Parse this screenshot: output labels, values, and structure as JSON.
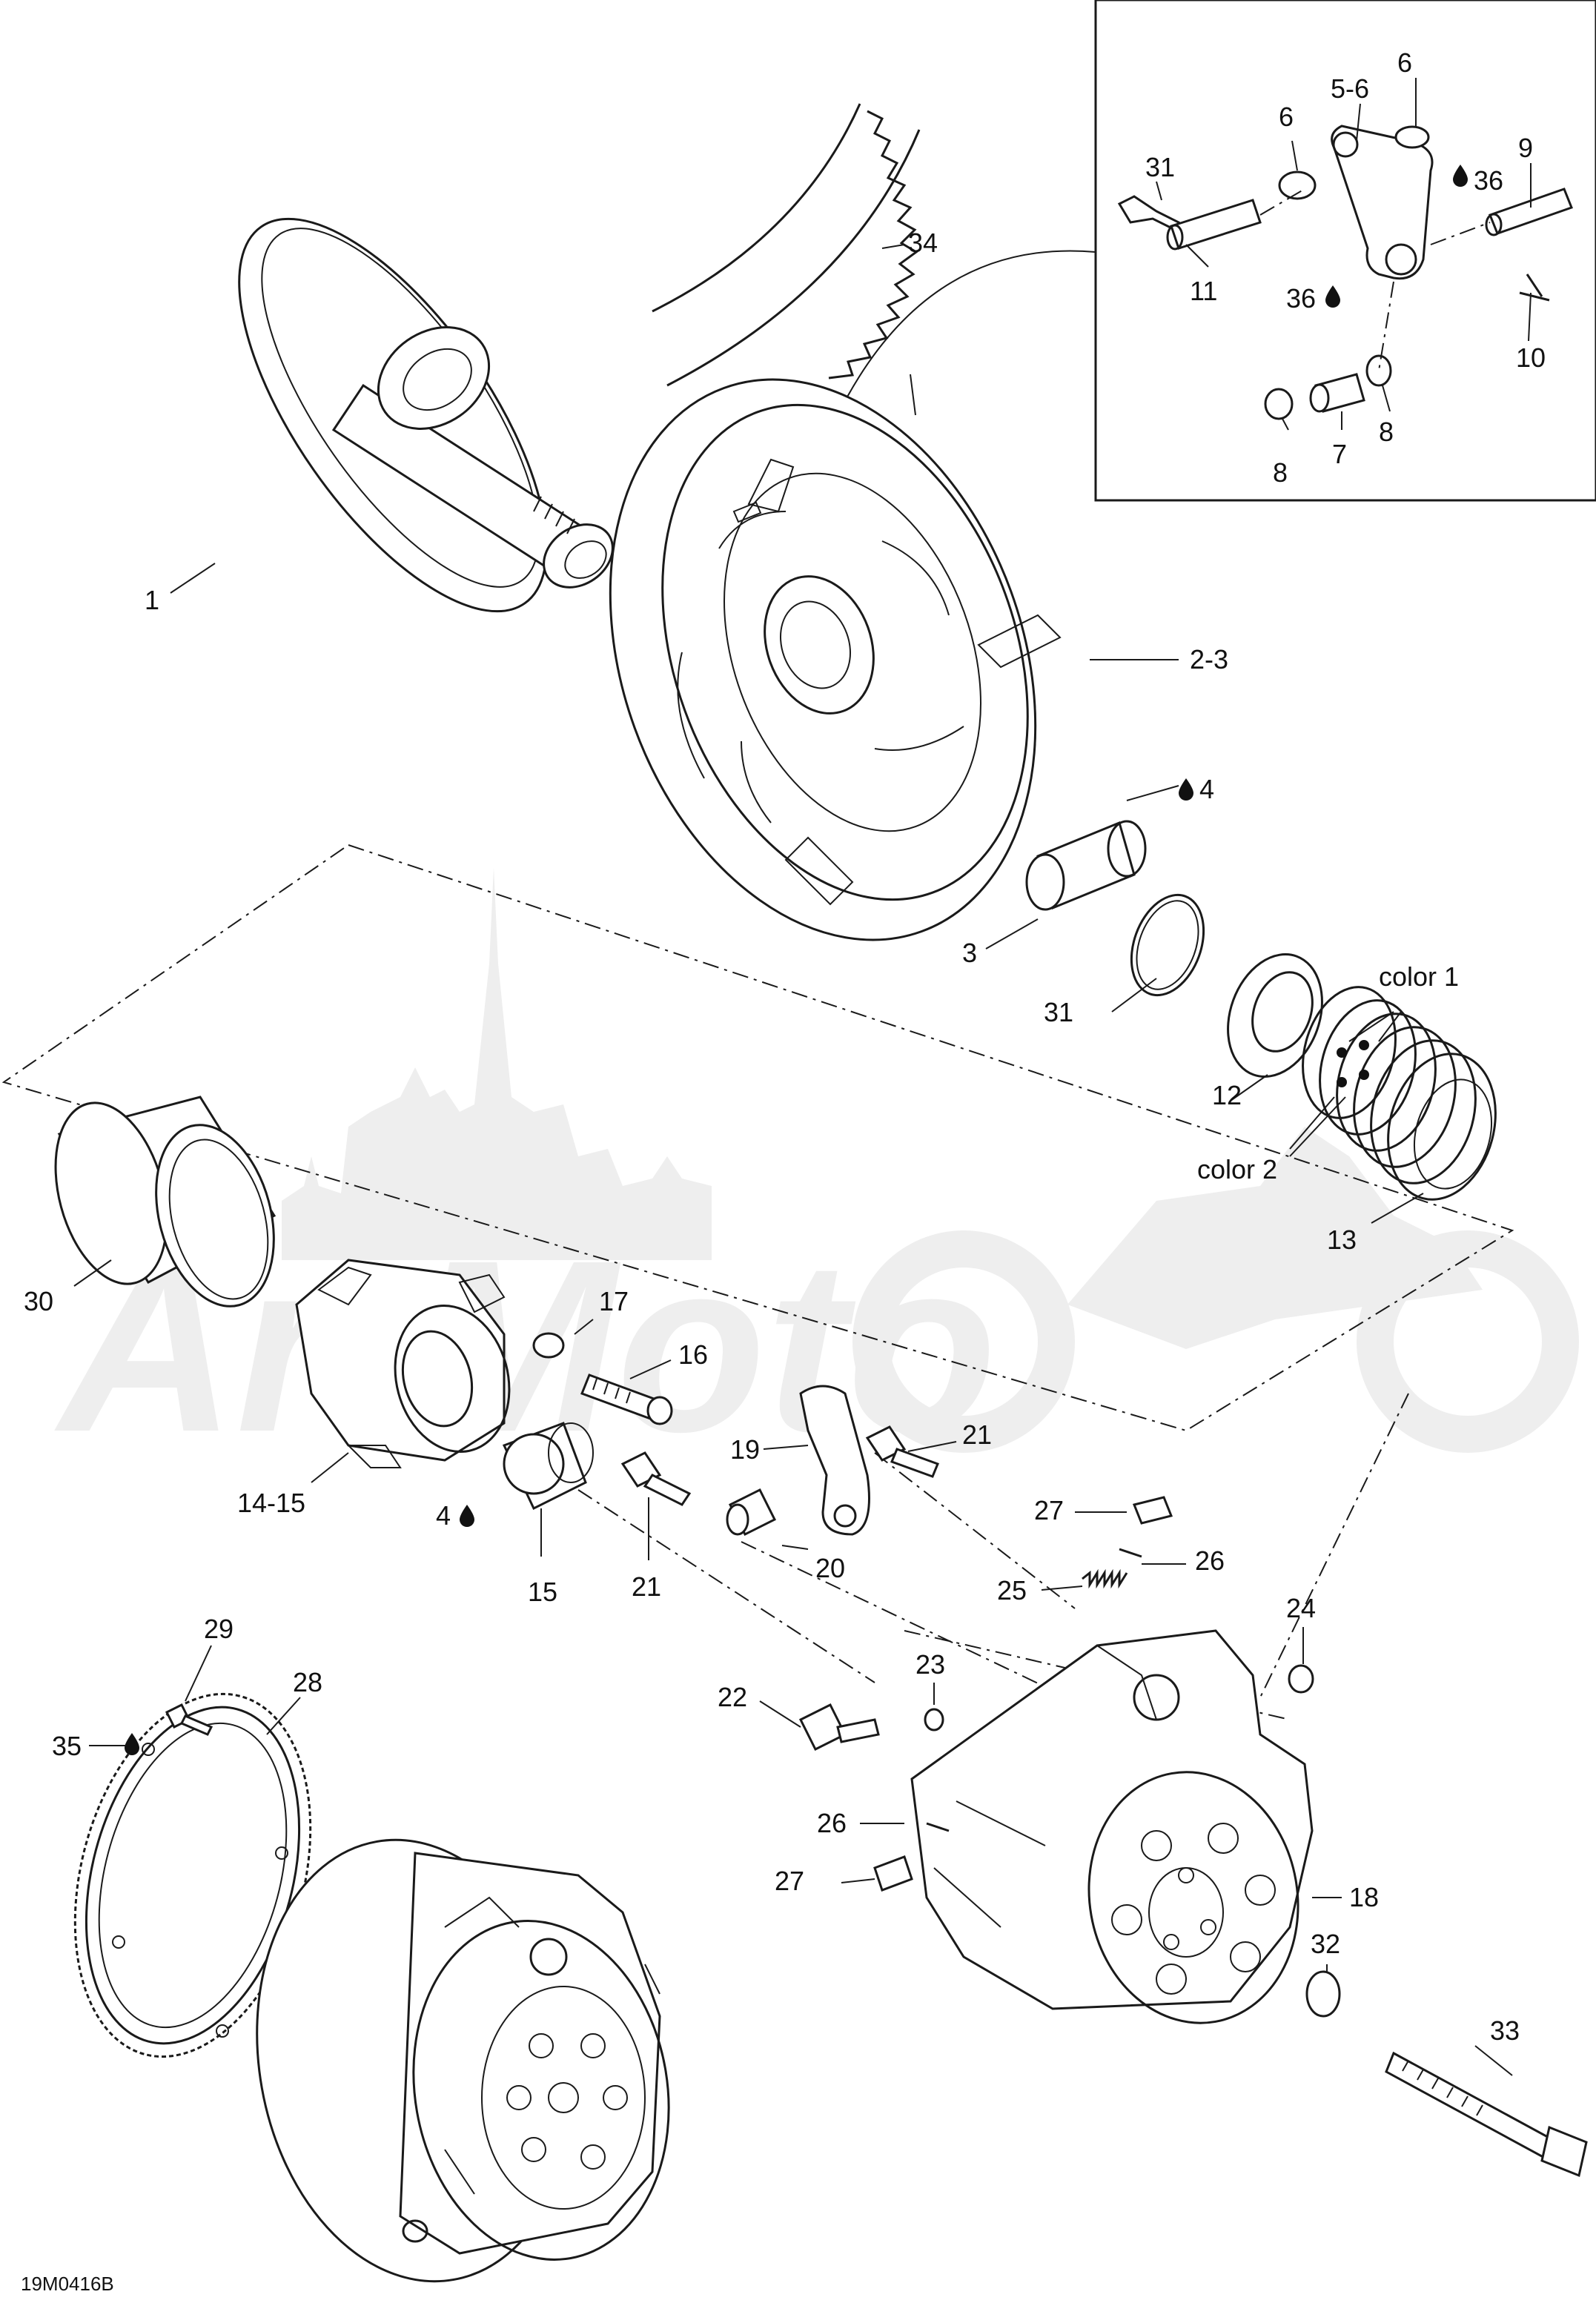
{
  "watermark": {
    "text": "ArtMoto"
  },
  "diagram_code": "19M0416B",
  "parts": [
    {
      "id": "p1",
      "label": "1"
    },
    {
      "id": "p2",
      "label": "2-3"
    },
    {
      "id": "p3",
      "label": "3"
    },
    {
      "id": "p4a",
      "label": "4",
      "oil": true
    },
    {
      "id": "p4b",
      "label": "4",
      "oil": true
    },
    {
      "id": "p5",
      "label": "5-6"
    },
    {
      "id": "p6a",
      "label": "6"
    },
    {
      "id": "p6b",
      "label": "6"
    },
    {
      "id": "p7",
      "label": "7"
    },
    {
      "id": "p8a",
      "label": "8"
    },
    {
      "id": "p8b",
      "label": "8"
    },
    {
      "id": "p9",
      "label": "9"
    },
    {
      "id": "p10",
      "label": "10"
    },
    {
      "id": "p11",
      "label": "11"
    },
    {
      "id": "p12",
      "label": "12"
    },
    {
      "id": "p13",
      "label": "13"
    },
    {
      "id": "p14",
      "label": "14-15"
    },
    {
      "id": "p15",
      "label": "15"
    },
    {
      "id": "p16",
      "label": "16"
    },
    {
      "id": "p17",
      "label": "17"
    },
    {
      "id": "p18",
      "label": "18"
    },
    {
      "id": "p19",
      "label": "19"
    },
    {
      "id": "p20",
      "label": "20"
    },
    {
      "id": "p21a",
      "label": "21"
    },
    {
      "id": "p21b",
      "label": "21"
    },
    {
      "id": "p22",
      "label": "22"
    },
    {
      "id": "p23",
      "label": "23"
    },
    {
      "id": "p24",
      "label": "24"
    },
    {
      "id": "p25",
      "label": "25"
    },
    {
      "id": "p26a",
      "label": "26"
    },
    {
      "id": "p26b",
      "label": "26"
    },
    {
      "id": "p27a",
      "label": "27"
    },
    {
      "id": "p27b",
      "label": "27"
    },
    {
      "id": "p28",
      "label": "28"
    },
    {
      "id": "p29",
      "label": "29"
    },
    {
      "id": "p30",
      "label": "30"
    },
    {
      "id": "p31a",
      "label": "31"
    },
    {
      "id": "p31b",
      "label": "31"
    },
    {
      "id": "p32",
      "label": "32"
    },
    {
      "id": "p33",
      "label": "33"
    },
    {
      "id": "p34",
      "label": "34"
    },
    {
      "id": "p35",
      "label": "35",
      "oil": true
    },
    {
      "id": "p36a",
      "label": "36",
      "oil": true
    },
    {
      "id": "p36b",
      "label": "36",
      "oil": true
    },
    {
      "id": "c1",
      "label": "color 1"
    },
    {
      "id": "c2",
      "label": "color 2"
    }
  ]
}
